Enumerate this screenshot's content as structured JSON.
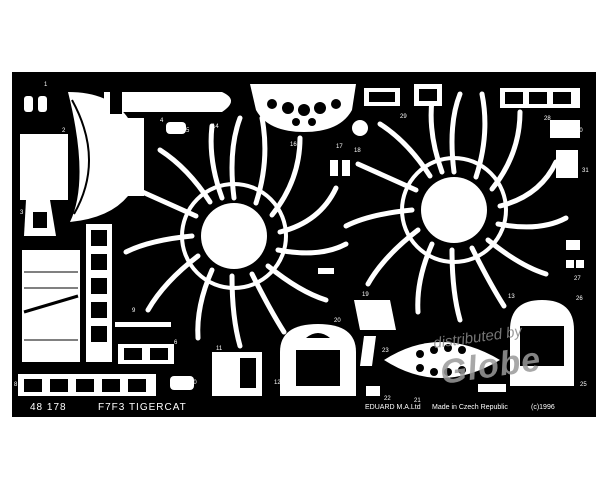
{
  "fret": {
    "catalog_number": "48 178",
    "model_name": "F7F3 TIGERCAT",
    "manufacturer": "EDUARD M.A.Ltd",
    "origin": "Made in Czech Republic",
    "copyright": "(c)1996",
    "colors": {
      "fret": "#000000",
      "part": "#ffffff",
      "background": "#ffffff",
      "watermark": "#9a9a9a"
    }
  },
  "watermark": {
    "line1": "distributed by",
    "line2": "Globe"
  },
  "part_numbers": [
    "1",
    "2",
    "3",
    "4",
    "5",
    "6",
    "7",
    "8",
    "9",
    "10",
    "11",
    "12",
    "13",
    "14",
    "15",
    "16",
    "17",
    "18",
    "19",
    "20",
    "21",
    "22",
    "23",
    "24",
    "25",
    "26",
    "27",
    "28",
    "29",
    "30",
    "31"
  ]
}
